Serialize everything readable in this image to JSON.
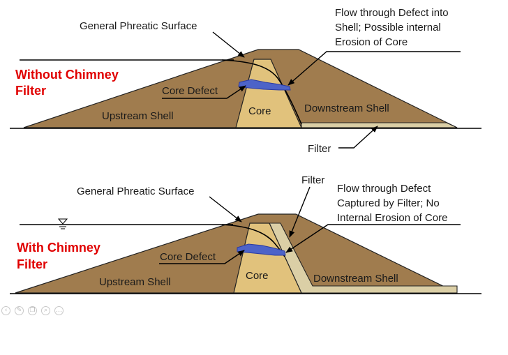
{
  "top_panel": {
    "title_line1": "Without Chimney",
    "title_line2": "Filter",
    "phreatic_label": "General Phreatic Surface",
    "flow_line1": "Flow through Defect into",
    "flow_line2": "Shell; Possible internal",
    "flow_line3": "Erosion of Core",
    "core_defect_label": "Core Defect",
    "core_label": "Core",
    "upstream_label": "Upstream Shell",
    "downstream_label": "Downstream Shell",
    "filter_label": "Filter"
  },
  "bottom_panel": {
    "title_line1": "With Chimney",
    "title_line2": "Filter",
    "phreatic_label": "General Phreatic Surface",
    "filter_label": "Filter",
    "flow_line1": "Flow through Defect",
    "flow_line2": "Captured by Filter; No",
    "flow_line3": "Internal Erosion of Core",
    "core_defect_label": "Core Defect",
    "core_label": "Core",
    "upstream_label": "Upstream Shell",
    "downstream_label": "Downstream Shell"
  },
  "colors": {
    "shell": "#a07c4e",
    "core": "#e1c27c",
    "filter": "#dbcfa6",
    "defect": "#4d63c8",
    "title_red": "#e00000"
  },
  "icons": [
    "previous-icon",
    "edit-icon",
    "copy-icon",
    "zoom-icon",
    "more-icon"
  ]
}
